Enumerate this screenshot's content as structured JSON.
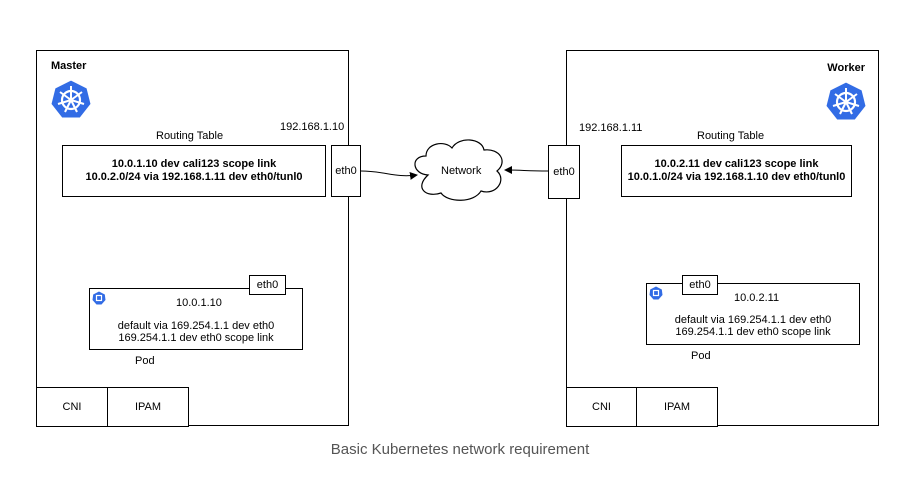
{
  "master": {
    "title": "Master",
    "ip": "192.168.1.10",
    "routing_title": "Routing Table",
    "routes": [
      "10.0.1.10 dev cali123 scope link",
      "10.0.2.0/24 via 192.168.1.11 dev eth0/tunl0"
    ],
    "nic": "eth0",
    "pod": {
      "ip": "10.0.1.10",
      "nic": "eth0",
      "routes": [
        "default via 169.254.1.1 dev eth0",
        "169.254.1.1 dev eth0 scope link"
      ],
      "label": "Pod"
    },
    "plugins": [
      "CNI",
      "IPAM"
    ]
  },
  "worker": {
    "title": "Worker",
    "ip": "192.168.1.11",
    "routing_title": "Routing Table",
    "routes": [
      "10.0.2.11 dev cali123 scope link",
      "10.0.1.0/24 via 192.168.1.10 dev eth0/tunl0"
    ],
    "nic": "eth0",
    "pod": {
      "ip": "10.0.2.11",
      "nic": "eth0",
      "routes": [
        "default via 169.254.1.1 dev eth0",
        "169.254.1.1 dev eth0 scope link"
      ],
      "label": "Pod"
    },
    "plugins": [
      "CNI",
      "IPAM"
    ]
  },
  "network": {
    "label": "Network"
  },
  "caption": "Basic Kubernetes network requirement",
  "colors": {
    "k8s_blue": "#326CE5",
    "line": "#000000",
    "caption": "#555555"
  },
  "icons": {
    "node_logo": "kubernetes-helm-icon",
    "pod_logo": "kubernetes-pod-icon"
  }
}
